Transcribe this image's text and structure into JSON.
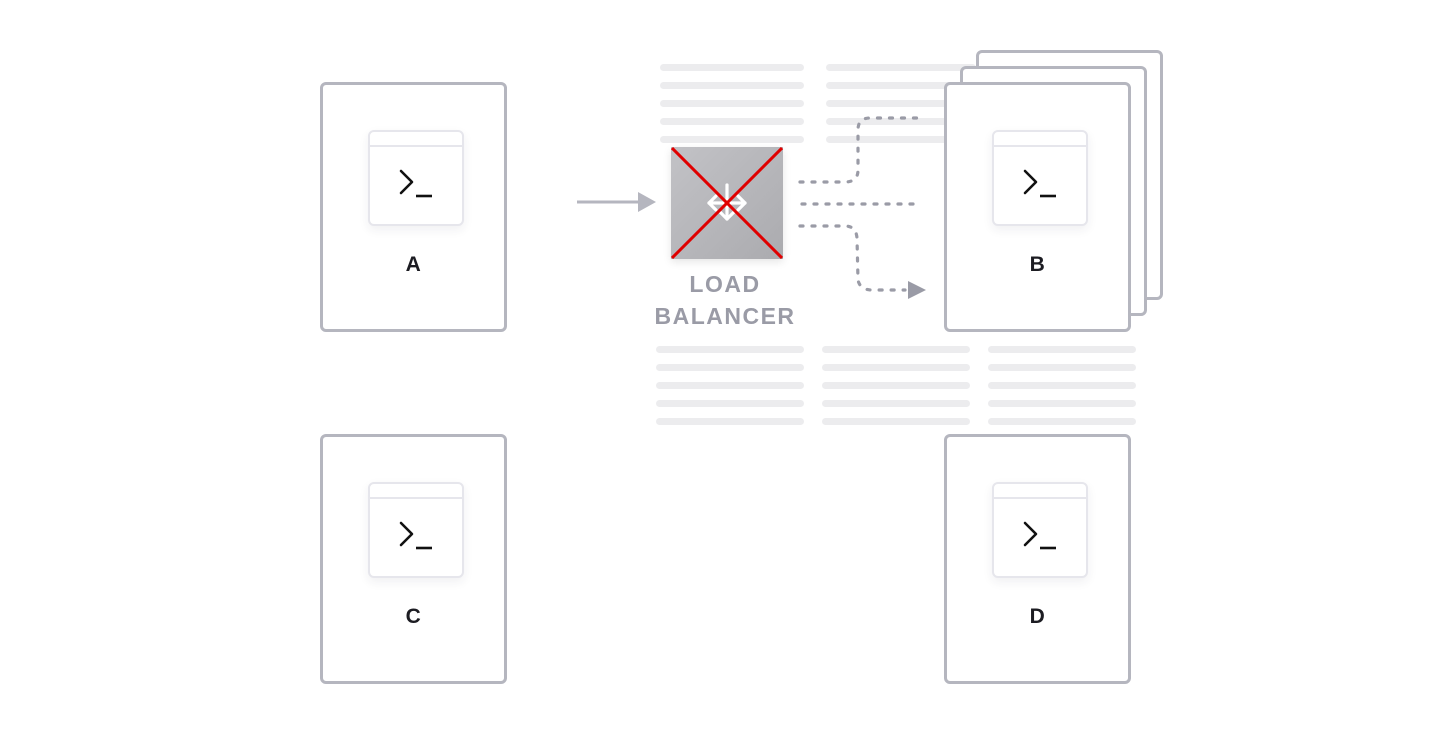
{
  "diagram": {
    "servers": [
      {
        "id": "A",
        "label": "A",
        "icon": "terminal-icon",
        "stacked": false
      },
      {
        "id": "B",
        "label": "B",
        "icon": "terminal-icon",
        "stacked": true,
        "stack_count": 3
      },
      {
        "id": "C",
        "label": "C",
        "icon": "terminal-icon",
        "stacked": false
      },
      {
        "id": "D",
        "label": "D",
        "icon": "terminal-icon",
        "stacked": false
      }
    ],
    "load_balancer": {
      "label_line1": "LOAD",
      "label_line2": "BALANCER",
      "icon": "split-arrows-icon",
      "status": "disabled",
      "crossed_out": true
    },
    "connections": [
      {
        "from": "A",
        "to": "load_balancer",
        "style": "solid-arrow"
      },
      {
        "from": "load_balancer",
        "to": "B",
        "style": "dotted",
        "count": 3,
        "arrowhead_on": "lower"
      }
    ],
    "colors": {
      "border": "#b5b6bf",
      "cross": "#e00000",
      "lb_fill": "#b6b6ba",
      "label_text": "#1c1c22",
      "lb_label": "#9a9ba6",
      "placeholder_lines": "#ececee",
      "dotted": "#9a9ba6"
    }
  }
}
